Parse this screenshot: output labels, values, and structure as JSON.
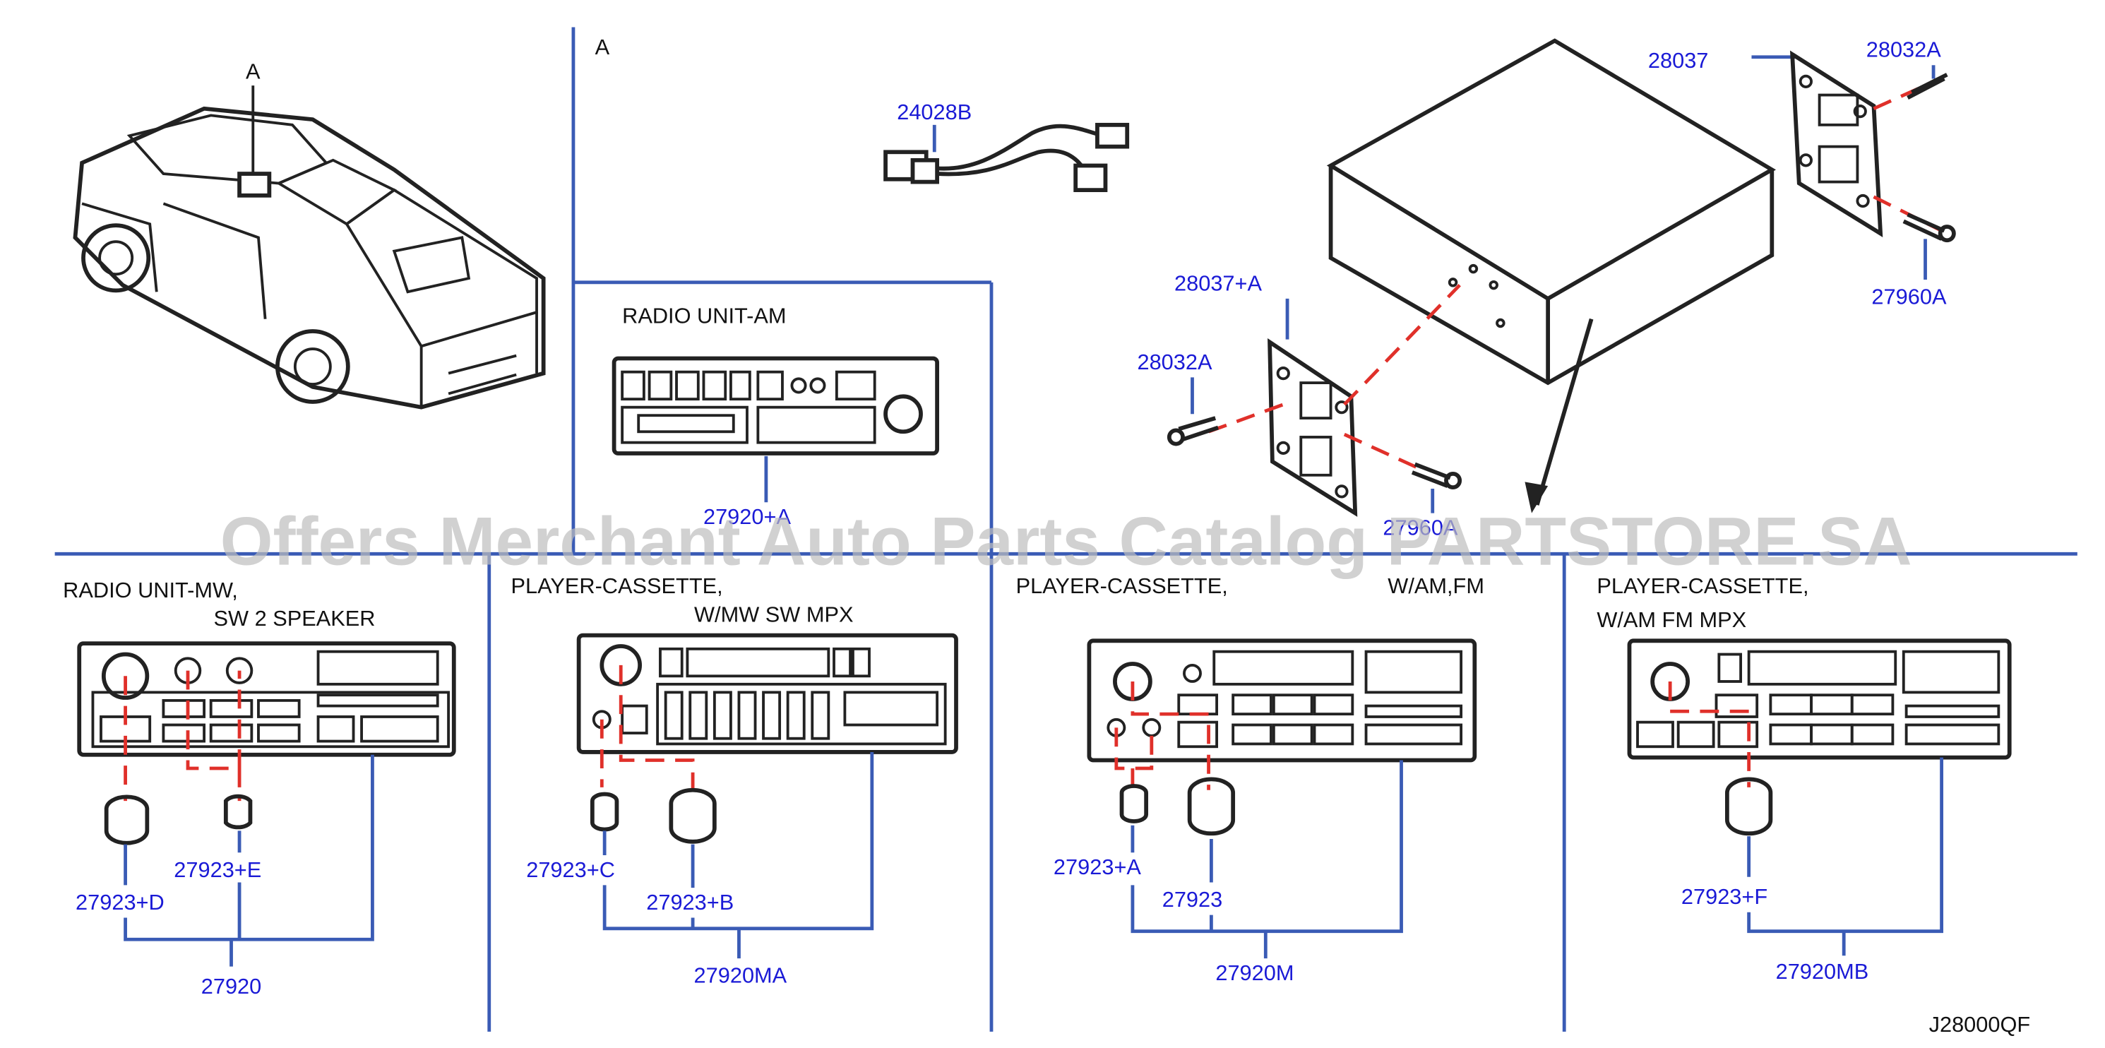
{
  "section_labels": {
    "vehicle_view": "A",
    "detail_view": "A"
  },
  "headings": {
    "radio_am": "RADIO   UNIT-AM",
    "radio_mw_1": "RADIO   UNIT-MW,",
    "radio_mw_2": "SW   2   SPEAKER",
    "cassette_mw_1": "PLAYER-CASSETTE,",
    "cassette_mw_2": "W/MW   SW   MPX",
    "cassette_amfm_1": "PLAYER-CASSETTE,",
    "cassette_amfm_2": "W/AM,FM",
    "cassette_amfm_mpx_1": "PLAYER-CASSETTE,",
    "cassette_amfm_mpx_2": "W/AM   FM   MPX"
  },
  "part_numbers": {
    "harness": "24028B",
    "bracket_right": "28037",
    "screw_right_top": "28032A",
    "screw_right_bottom": "27960A",
    "bracket_left": "28037+A",
    "screw_left_top": "28032A",
    "screw_left_bottom": "27960A",
    "radio_am": "27920+A",
    "knob_mw_small": "27923+E",
    "knob_mw_large": "27923+D",
    "radio_mw": "27920",
    "knob_ma_small": "27923+C",
    "knob_ma_large": "27923+B",
    "cassette_ma": "27920MA",
    "knob_m_small": "27923+A",
    "knob_m_large": "27923",
    "cassette_m": "27920M",
    "knob_mb": "27923+F",
    "cassette_mb": "27920MB"
  },
  "drawing_code": "J28000QF",
  "watermark": "Offers Merchant Auto Parts Catalog PARTSTORE.SA",
  "colors": {
    "label": "#1a1ad6",
    "leader": "#3a5bb5",
    "centerline": "#e0302a",
    "watermark": "#bdbdbd"
  }
}
